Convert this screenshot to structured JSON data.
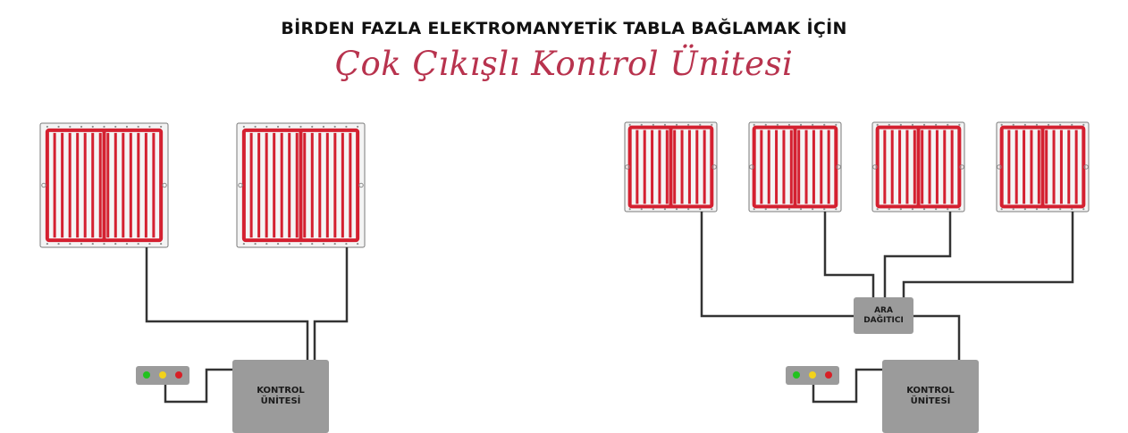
{
  "header": {
    "title": "BİRDEN FAZLA ELEKTROMANYETİK TABLA BAĞLAMAK İÇİN",
    "subtitle": "Çok Çıkışlı Kontrol Ünitesi"
  },
  "left_setup": {
    "control_unit": {
      "line1": "KONTROL",
      "line2": "ÜNİTESİ"
    }
  },
  "right_setup": {
    "distributor": {
      "line1": "ARA",
      "line2": "DAĞITICI"
    },
    "control_unit": {
      "line1": "KONTROL",
      "line2": "ÜNİTESİ"
    }
  },
  "colors": {
    "chuck_red": "#d42030",
    "unit_gray": "#9b9b9b",
    "cable": "#333333",
    "led_green": "#22c21f",
    "led_yellow": "#f2d21b",
    "led_red": "#d81f26",
    "subtitle": "#b8334e"
  }
}
